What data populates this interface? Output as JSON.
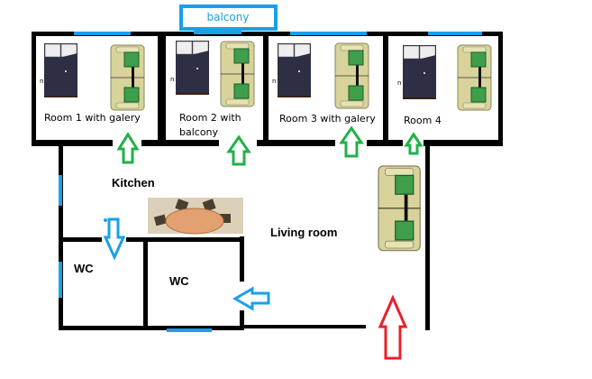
{
  "balcony_label": "balcony",
  "rooms": [
    {
      "label": "Room 1 with galery"
    },
    {
      "label_line1": "Room 2 with",
      "label_line2": "balcony"
    },
    {
      "label": "Room 3 with galery"
    },
    {
      "label": "Room 4"
    }
  ],
  "kitchen_label": "Kitchen",
  "living_room_label": "Living room",
  "wc_labels": [
    "WC",
    "WC"
  ],
  "colors": {
    "wall": "#000000",
    "window": "#1aa0e6",
    "room_door_arrow": "#22b04a",
    "wc_door_arrow": "#1aa0e6",
    "entrance_arrow": "#e8202a"
  }
}
